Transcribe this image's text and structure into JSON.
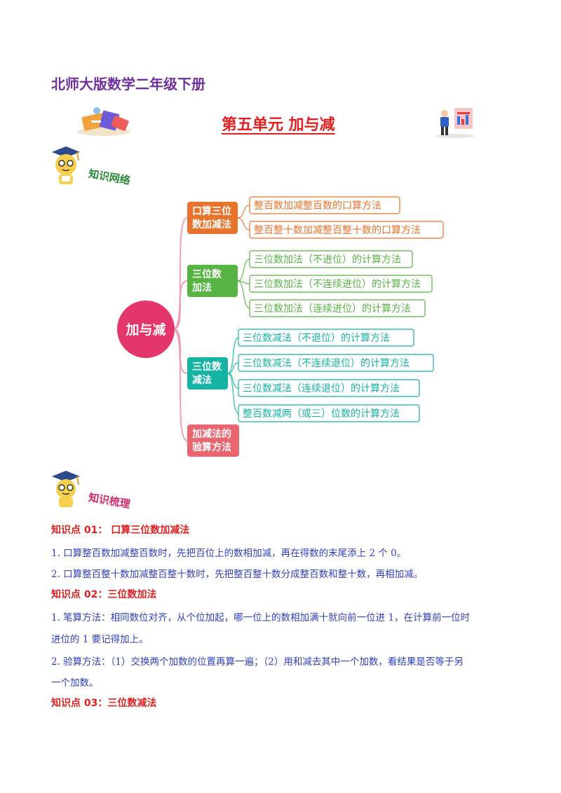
{
  "header": {
    "book_title": "北师大版数学二年级下册",
    "unit_title": "第五单元 加与减"
  },
  "sections": {
    "network_label": "知识网络",
    "summary_label": "知识梳理"
  },
  "mindmap": {
    "center": "加与减",
    "branches": [
      {
        "title_lines": [
          "口算三位",
          "数加减法"
        ],
        "color": "#e8732c",
        "items": [
          "整百数加减整百数的口算方法",
          "整百整十数加减整百整十数的口算方法"
        ]
      },
      {
        "title_lines": [
          "三位数",
          "加法"
        ],
        "color": "#57b342",
        "items": [
          "三位数加法（不进位）的计算方法",
          "三位数加法（不连续进位）的计算方法",
          "三位数加法（连续进位）的计算方法"
        ]
      },
      {
        "title_lines": [
          "三位数",
          "减法"
        ],
        "color": "#15b3a3",
        "items": [
          "三位数减法（不退位）的计算方法",
          "三位数减法（不连续退位）的计算方法",
          "三位数减法（连续退位）的计算方法",
          "整百数减两（或三）位数的计算方法"
        ]
      },
      {
        "title_lines": [
          "加减法的",
          "验算方法"
        ],
        "color": "#e9656f",
        "items": []
      }
    ],
    "center_color": "#e4366b",
    "trunk_color": "#f0a0b0"
  },
  "knowledge_points": [
    {
      "heading": "知识点 01：  口算三位数加减法",
      "lines": [
        "1. 口算整百数加减整百数时，先把百位上的数相加减，再在得数的末尾添上 2 个 0。",
        "2. 口算整百整十数加减整百整十数时，先把整百整十数分成整百数和整十数，再相加减。"
      ]
    },
    {
      "heading": "知识点 02：三位数加法",
      "lines": [
        "1. 笔算方法：相同数位对齐，从个位加起，哪一位上的数相加满十就向前一位进 1，在计算前一位时",
        "进位的 1 要记得加上。",
        "2. 验算方法：（1）交换两个加数的位置再算一遍；（2）用和减去其中一个加数，看结果是否等于另",
        "一个加数。"
      ]
    },
    {
      "heading": "知识点 03：三位数减法",
      "lines": []
    }
  ],
  "colors": {
    "title_purple": "#7030a0",
    "heading_red": "#e02020",
    "body_blue": "#3040c0"
  }
}
